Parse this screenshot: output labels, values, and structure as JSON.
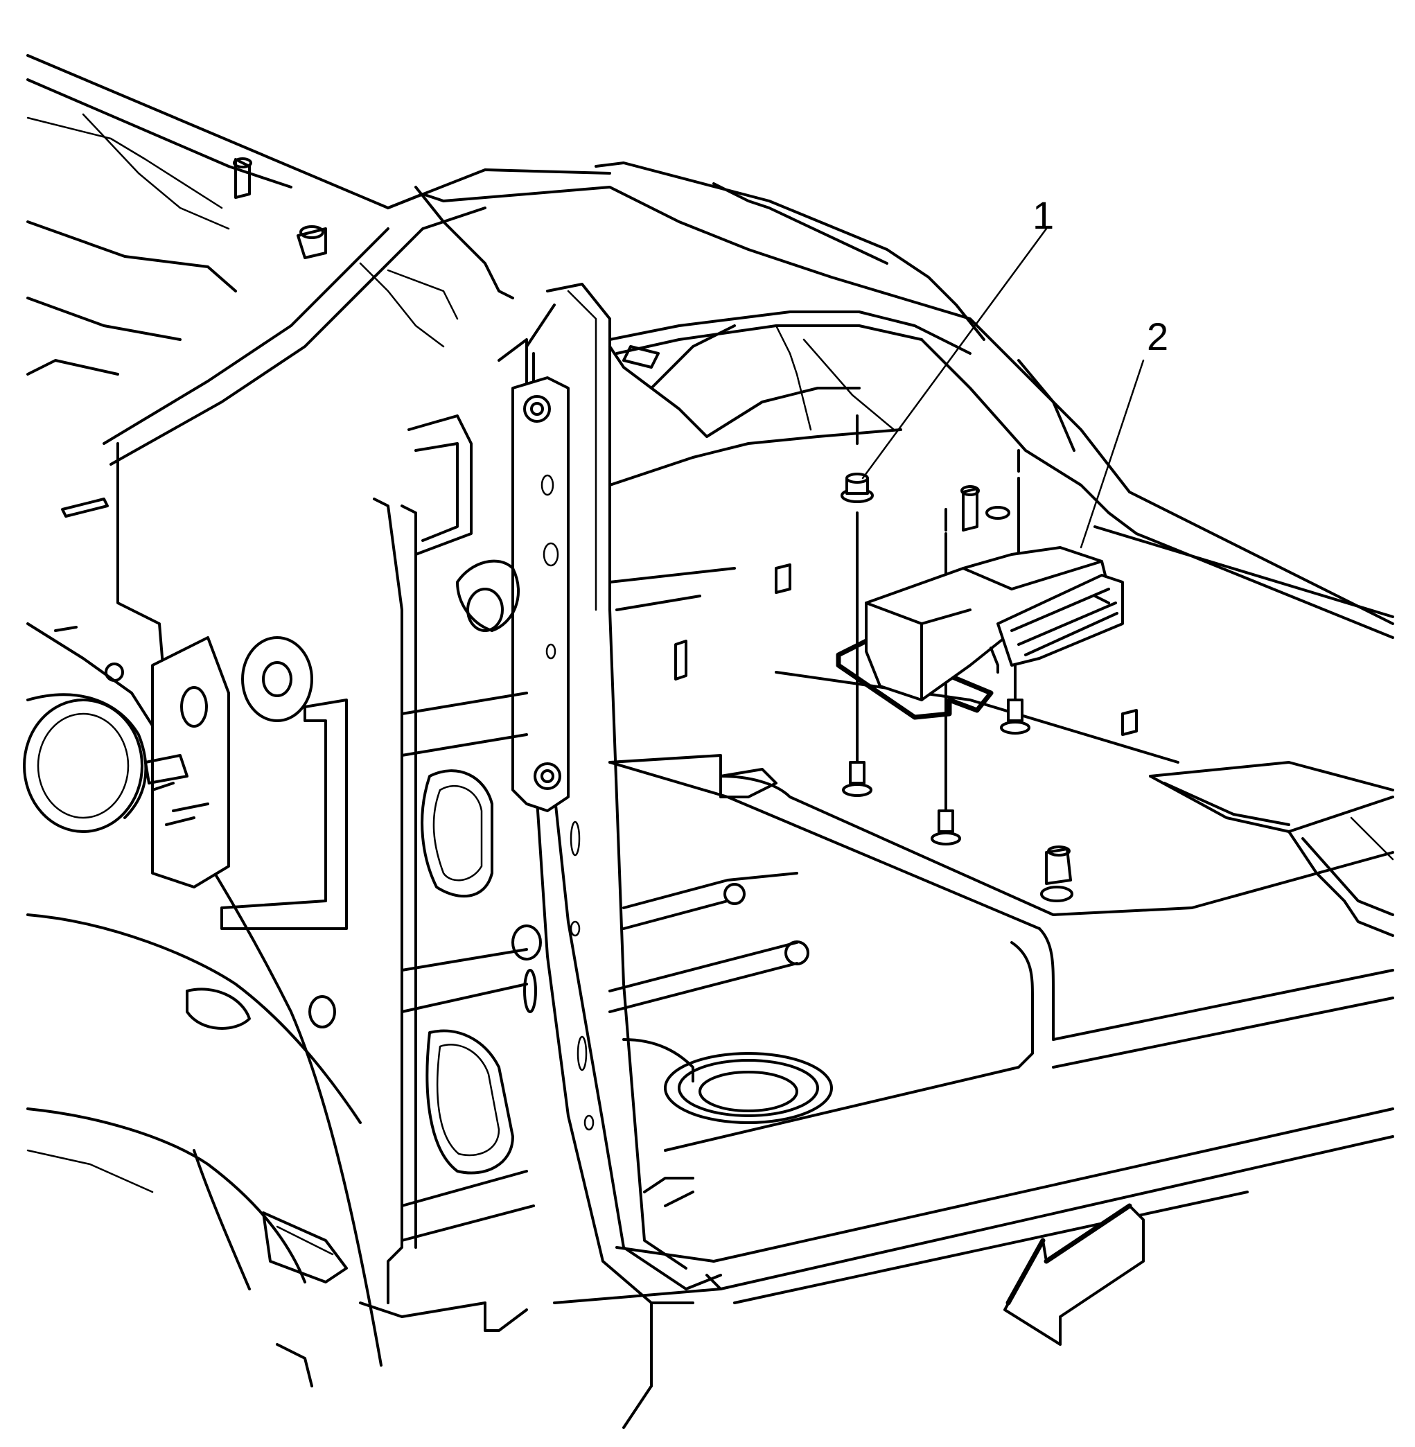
{
  "callouts": [
    {
      "id": "1",
      "label": "1",
      "part": "nut"
    },
    {
      "id": "2",
      "label": "2",
      "part": "module"
    }
  ],
  "direction_arrow": {
    "icon": "forward-direction-arrow-icon"
  },
  "colors": {
    "line": "#000000",
    "background": "#ffffff"
  }
}
